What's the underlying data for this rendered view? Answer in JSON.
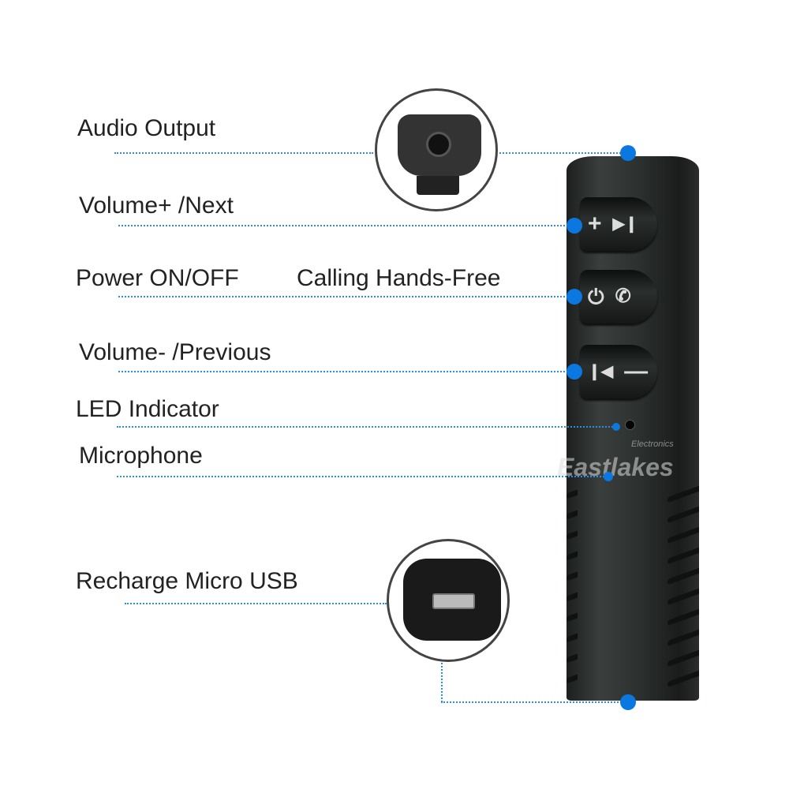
{
  "labels": {
    "audio_output": "Audio Output",
    "volume_up_next": "Volume+ /Next",
    "power": "Power ON/OFF",
    "calling": "Calling Hands-Free",
    "volume_down_previous": "Volume- /Previous",
    "led": "LED Indicator",
    "microphone": "Microphone",
    "usb": "Recharge Micro USB"
  },
  "watermark": {
    "brand": "Eastlakes",
    "sub": "Electronics"
  },
  "buttons": [
    {
      "icons": [
        "plus-icon",
        "next-track-icon"
      ]
    },
    {
      "icons": [
        "power-icon",
        "phone-icon"
      ]
    },
    {
      "icons": [
        "previous-track-icon",
        "minus-icon"
      ]
    }
  ],
  "colors": {
    "callout": "#0a78e0",
    "device": "#2c302f"
  }
}
